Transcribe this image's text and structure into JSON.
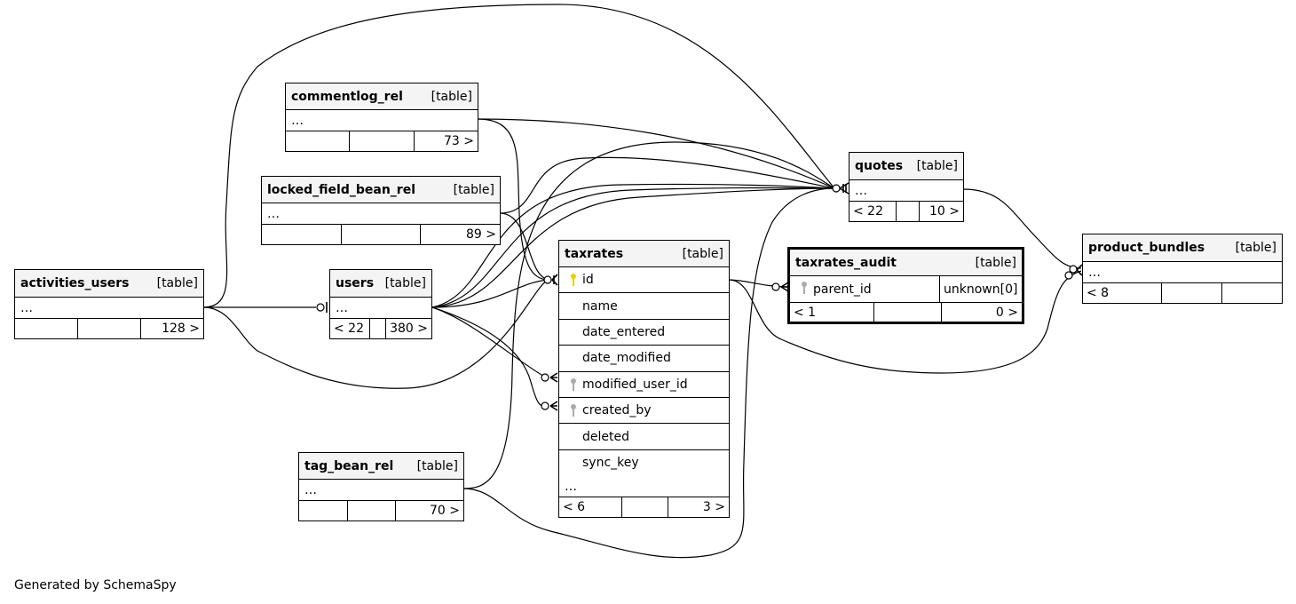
{
  "tables": {
    "commentlog_rel": {
      "name": "commentlog_rel",
      "type": "[table]",
      "ellipsis": "…",
      "footer": [
        "",
        "",
        "73 >"
      ]
    },
    "locked_field_bean_rel": {
      "name": "locked_field_bean_rel",
      "type": "[table]",
      "ellipsis": "…",
      "footer": [
        "",
        "",
        "89 >"
      ]
    },
    "activities_users": {
      "name": "activities_users",
      "type": "[table]",
      "ellipsis": "…",
      "footer": [
        "",
        "",
        "128 >"
      ]
    },
    "users": {
      "name": "users",
      "type": "[table]",
      "ellipsis": "…",
      "footer": [
        "< 22",
        "",
        "380 >"
      ]
    },
    "taxrates": {
      "name": "taxrates",
      "type": "[table]",
      "columns": [
        {
          "name": "id",
          "key": "primary"
        },
        {
          "name": "name",
          "key": "none"
        },
        {
          "name": "date_entered",
          "key": "none"
        },
        {
          "name": "date_modified",
          "key": "none"
        },
        {
          "name": "modified_user_id",
          "key": "foreign"
        },
        {
          "name": "created_by",
          "key": "foreign"
        },
        {
          "name": "deleted",
          "key": "none"
        },
        {
          "name": "sync_key",
          "key": "none"
        }
      ],
      "ellipsis": "…",
      "footer": [
        "< 6",
        "",
        "3 >"
      ]
    },
    "quotes": {
      "name": "quotes",
      "type": "[table]",
      "ellipsis": "…",
      "footer": [
        "< 22",
        "",
        "10 >"
      ]
    },
    "taxrates_audit": {
      "name": "taxrates_audit",
      "type": "[table]",
      "column": {
        "name": "parent_id",
        "datatype": "unknown[0]",
        "key": "foreign"
      },
      "footer": [
        "< 1",
        "",
        "0 >"
      ]
    },
    "product_bundles": {
      "name": "product_bundles",
      "type": "[table]",
      "ellipsis": "…",
      "footer": [
        "< 8",
        "",
        ""
      ]
    },
    "tag_bean_rel": {
      "name": "tag_bean_rel",
      "type": "[table]",
      "ellipsis": "…",
      "footer": [
        "",
        "",
        "70 >"
      ]
    }
  },
  "icons": {
    "primary": "primary-key-icon",
    "foreign": "foreign-key-icon"
  },
  "colors": {
    "primary_key": "#e8d000",
    "foreign_key": "#aaaaaa",
    "header_bg": "#f4f4f4",
    "line": "#000000"
  },
  "credit": "Generated by SchemaSpy"
}
